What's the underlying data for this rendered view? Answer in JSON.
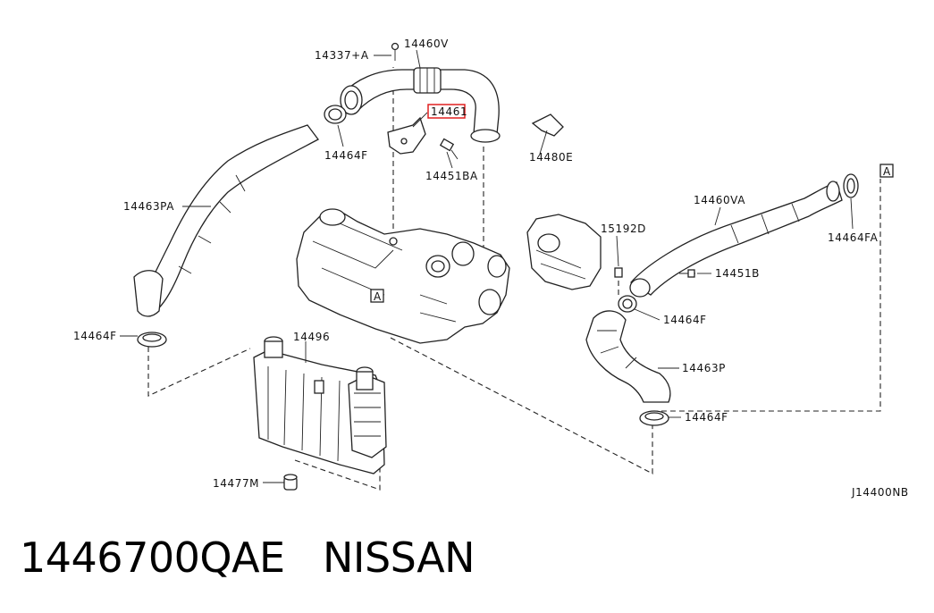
{
  "diagram_code": "J14400NB",
  "caption": {
    "part_number": "1446700QAE",
    "brand": "NISSAN"
  },
  "highlight_color": "#e02020",
  "callouts": {
    "p14337A": "14337+A",
    "p14460V": "14460V",
    "p14461": "14461",
    "p14480E": "14480E",
    "p14464F_a": "14464F",
    "p14451BA": "14451BA",
    "p14463PA": "14463PA",
    "p14460VA": "14460VA",
    "p14464FA": "14464FA",
    "p15192D": "15192D",
    "p14451B": "14451B",
    "p14464F_b": "14464F",
    "p14464F_c": "14464F",
    "p14496": "14496",
    "p14463P": "14463P",
    "p14464F_d": "14464F",
    "p14477M": "14477M",
    "refA1": "A",
    "refA2": "A"
  }
}
